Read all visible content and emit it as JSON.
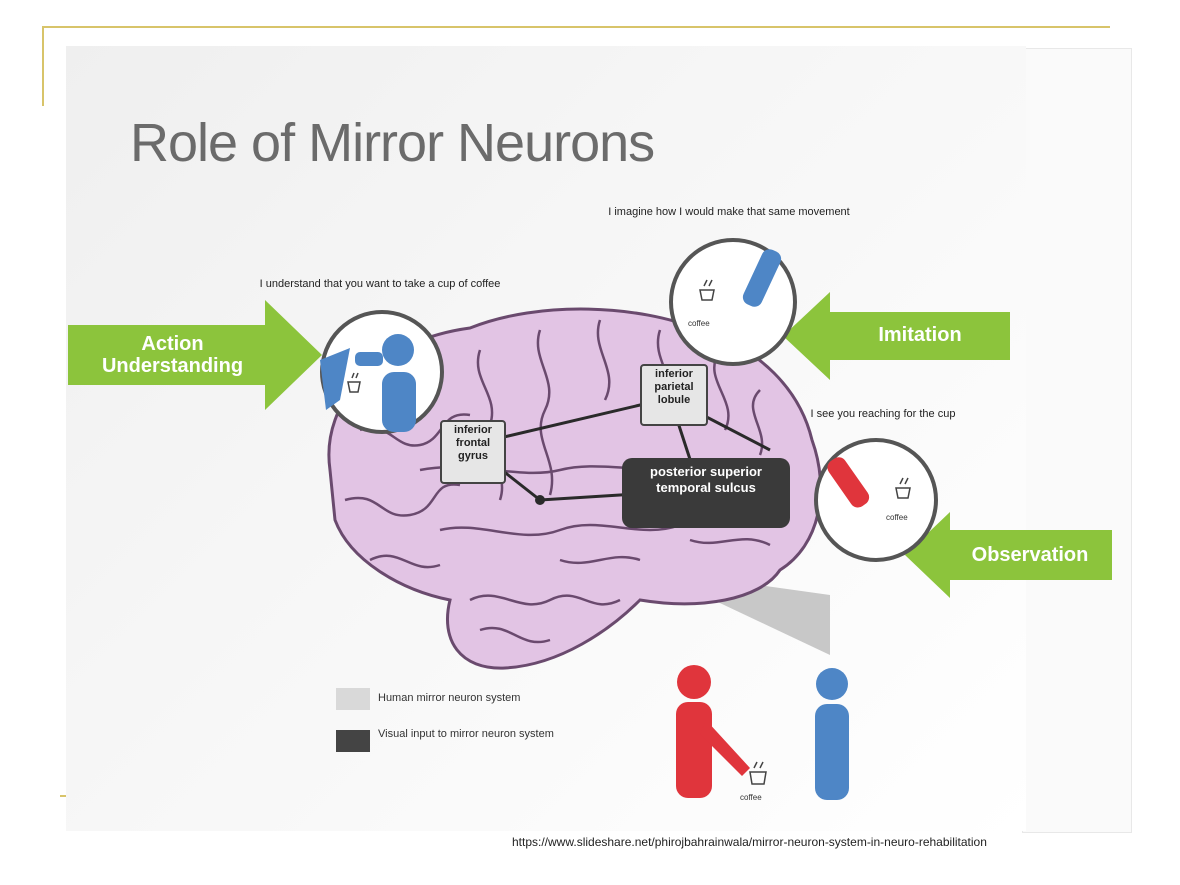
{
  "title": "Role of Mirror Neurons",
  "labels": {
    "action_understanding": "Action Understanding",
    "imitation": "Imitation",
    "observation": "Observation"
  },
  "captions": {
    "action": "I understand that you want to take a cup of coffee",
    "imitation": "I imagine how I would make that same movement",
    "observation": "I see you reaching for the cup"
  },
  "regions": {
    "ifg": "inferior frontal gyrus",
    "ipl": "inferior parietal lobule",
    "psts": "posterior superior temporal sulcus"
  },
  "legend": [
    {
      "label": "Human mirror neuron system",
      "color": "#d9d9d9"
    },
    {
      "label": "Visual input to mirror neuron system",
      "color": "#444444"
    }
  ],
  "icon_label": "coffee",
  "source": "https://www.slideshare.net/phirojbahrainwala/mirror-neuron-system-in-neuro-rehabilitation",
  "colors": {
    "green": "#8cc43c",
    "brain": "#e2c4e4",
    "blue": "#4e86c6",
    "red": "#e0353c",
    "frame": "#d8c46a"
  }
}
